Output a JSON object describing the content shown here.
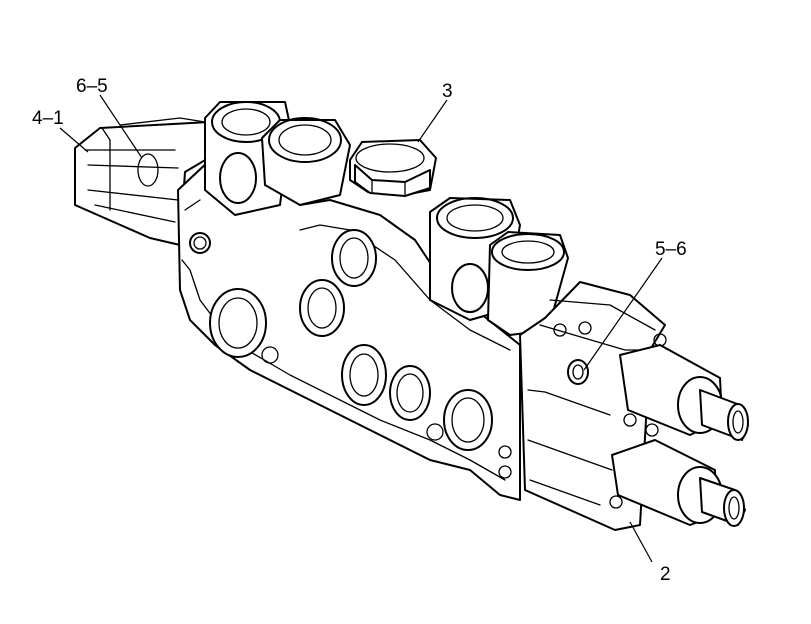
{
  "callouts": {
    "c_4_1": "4–1",
    "c_6_5": "6–5",
    "c_3": "3",
    "c_5_6": "5–6",
    "c_2": "2"
  }
}
